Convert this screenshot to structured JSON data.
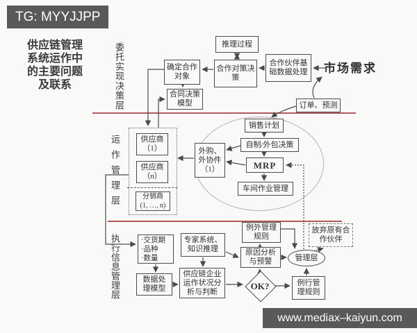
{
  "badge": {
    "text": "TG: MYYJJPP"
  },
  "watermark": {
    "text": "www.mediax–kaiyun.com"
  },
  "title": {
    "text": "供应链管理\n系统运作中\n的主要问题\n及联系"
  },
  "layers": {
    "decision": {
      "label": "委托实现决策层"
    },
    "operation": {
      "label": "运作管理层"
    },
    "execution": {
      "label": "执行信息管理层"
    }
  },
  "colors": {
    "separator_red": "#b05b5b",
    "badge_bg": "#595959",
    "line": "#4a4a4a"
  },
  "nodes": {
    "reasoning_process": {
      "label": "推理过程"
    },
    "coop_strategy_decision": {
      "label": "合作对策决\n策"
    },
    "partner_data_processing": {
      "label": "合作伙伴基\n础数据处理"
    },
    "select_partner": {
      "label": "确定合作\n对象"
    },
    "contract_decision_model": {
      "label": "合同决策\n模型"
    },
    "market_demand": {
      "label": "市场需求"
    },
    "orders_forecast": {
      "label": "订单、预测"
    },
    "supplier_1": {
      "label": "供应商\n（1）"
    },
    "supplier_n": {
      "label": "供应商\n（n）"
    },
    "distributor": {
      "label": "分销商\n(1, …, n)"
    },
    "outsourced_parts": {
      "label": "外购、\n外协件\n（1）"
    },
    "sales_plan": {
      "label": "销售计划"
    },
    "make_or_outsource": {
      "label": "自制/外包决策"
    },
    "mrp": {
      "label": "MRP"
    },
    "shopfloor_mgmt": {
      "label": "车间作业管理"
    },
    "delivery_specs": {
      "label": "·交货期\n·品种\n·数量"
    },
    "data_processing_model": {
      "label": "数据处\n理模型"
    },
    "expert_system": {
      "label": "专家系统、\n知识推理"
    },
    "status_analysis": {
      "label": "供应链企业\n运作状况分\n析与判断"
    },
    "exception_rules": {
      "label": "例外管理\n规则"
    },
    "cause_analysis": {
      "label": "原因分析\n与预警"
    },
    "ok_check": {
      "label": "OK?"
    },
    "routine_rules": {
      "label": "例行管\n理规则"
    },
    "management": {
      "label": "管理层"
    },
    "abandon_partner": {
      "label": "放弃原有合\n作伙伴"
    }
  }
}
